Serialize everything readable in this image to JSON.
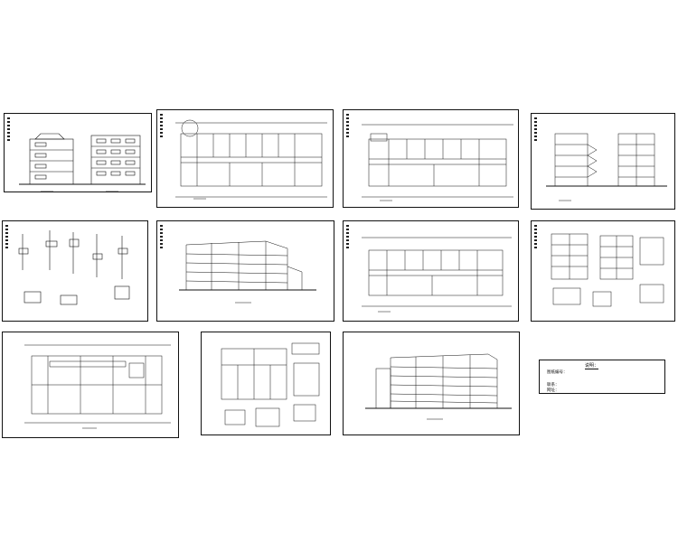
{
  "sheets": [
    {
      "id": "elevation-side-pair",
      "kind": "elevation-pair",
      "caption": ""
    },
    {
      "id": "floor-plan-1",
      "kind": "plan",
      "caption": ""
    },
    {
      "id": "floor-plan-2",
      "kind": "plan",
      "caption": ""
    },
    {
      "id": "section-pair",
      "kind": "section-pair",
      "caption": ""
    },
    {
      "id": "wall-details",
      "kind": "details",
      "caption": ""
    },
    {
      "id": "front-perspective-elevation",
      "kind": "elevation-long",
      "caption": ""
    },
    {
      "id": "floor-plan-3",
      "kind": "plan",
      "caption": ""
    },
    {
      "id": "stair-details",
      "kind": "details",
      "caption": ""
    },
    {
      "id": "roof-plan",
      "kind": "plan-large",
      "caption": ""
    },
    {
      "id": "partial-plan-details",
      "kind": "details",
      "caption": ""
    },
    {
      "id": "rear-elevation",
      "kind": "elevation-long",
      "caption": ""
    }
  ],
  "note": {
    "title": "说明：",
    "lines": [
      "图纸编号：",
      "",
      "联系：",
      "网址："
    ]
  }
}
